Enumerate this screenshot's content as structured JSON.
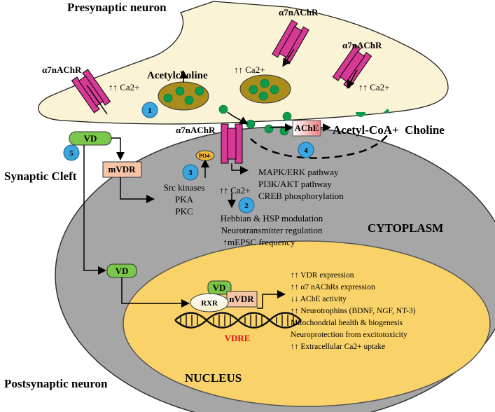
{
  "labels": {
    "presynaptic": "Presynaptic neuron",
    "postsynaptic": "Postsynaptic neuron",
    "synaptic_cleft": "Synaptic Cleft",
    "cytoplasm": "CYTOPLASM",
    "nucleus": "NUCLEUS"
  },
  "receptors": {
    "label": "α7nAChR",
    "ca_up": "↑↑ Ca2+"
  },
  "acetylcholine": "Acetylcholine",
  "enzyme": {
    "ache": "AChE",
    "products": "Acetyl-CoA+  Choline"
  },
  "vd": "VD",
  "mvdr": "mVDR",
  "nvdr": "nVDR",
  "rxr": "RXR",
  "vdre": "VDRE",
  "po4": "PO4-",
  "markers": [
    "1",
    "2",
    "3",
    "4",
    "5"
  ],
  "kinases": [
    "Src kinases",
    "PKA",
    "PKC"
  ],
  "pathways": [
    "MAPK/ERK pathway",
    "PI3K/AKT pathway",
    "CREB phosphorylation"
  ],
  "post_ca": "↑↑ Ca2+",
  "effects": [
    "Hebbian & HSP modulation",
    "Neurotransmitter regulation",
    "↑mEPSC frequency"
  ],
  "nucleus_effects": [
    "↑↑ VDR expression",
    "↑↑ α7 nAChRs expression",
    "↓↓ AChE activity",
    "↑↑ Neurotrophins (BDNF, NGF, NT-3)",
    "Mitochondrial health & biogenesis",
    "Neuroprotection from excitotoxicity",
    "↑↑ Extracellular Ca2+ uptake"
  ],
  "colors": {
    "presynaptic_fill": "#fbf3d6",
    "cytoplasm_fill": "#a6a6a6",
    "nucleus_fill": "#f9d36a",
    "vesicle_fill": "#a98d1c",
    "ach_dot": "#0c9a4c",
    "receptor": "#d63a94",
    "marker": "#3aa6e0",
    "vd_fill": "#7ac74b",
    "mvdr_fill": "#f6c5a8",
    "vdre_text": "#e01010"
  }
}
